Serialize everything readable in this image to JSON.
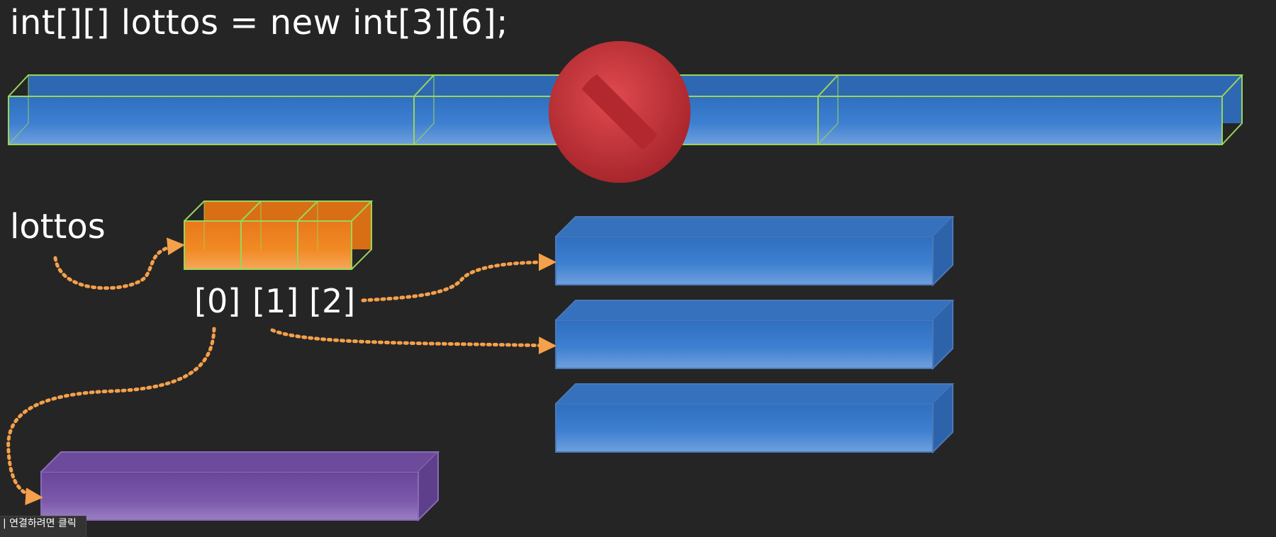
{
  "code_line": "int[][] lottos = new int[3][6];",
  "variable_label": "lottos",
  "indices": [
    "[0]",
    "[1]",
    "[2]"
  ],
  "tooltip": "| 연결하려면 클릭",
  "colors": {
    "background": "#252525",
    "contiguous_box": "#3f7fcf",
    "contiguous_edge": "#9ad55a",
    "reference_box": "#f28a22",
    "row_box_blue": "#3a78c6",
    "row_box_purple": "#7a55a8",
    "arrow": "#f5a04a",
    "prohibited_sign": "#c8343a"
  },
  "icons": {
    "prohibited": "prohibited-sign-icon"
  }
}
